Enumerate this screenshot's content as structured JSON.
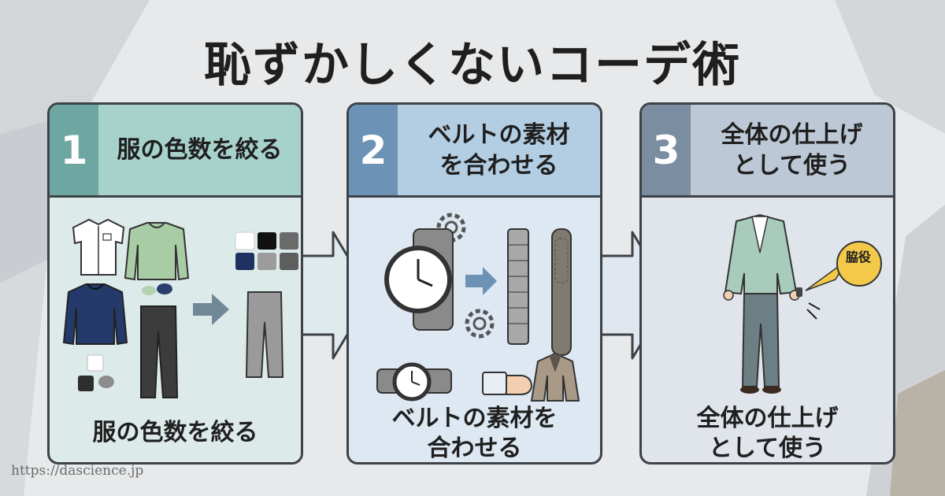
{
  "title": "恥ずかしくないコーデ術",
  "steps": [
    {
      "number": "1",
      "heading": "服の色数を絞る",
      "caption": "服の色数を絞る"
    },
    {
      "number": "2",
      "heading": "ベルトの素材\nを合わせる",
      "caption": "ベルトの素材を\n合わせる"
    },
    {
      "number": "3",
      "heading": "全体の仕上げ\nとして使う",
      "caption": "全体の仕上げ\nとして使う"
    }
  ],
  "badge": "脇役",
  "url": "https://dascience.jp",
  "colors": {
    "step1_accent": "#6ea7a1",
    "step2_accent": "#6c93b6",
    "step3_accent": "#7b8da1",
    "border": "#3e4247"
  }
}
